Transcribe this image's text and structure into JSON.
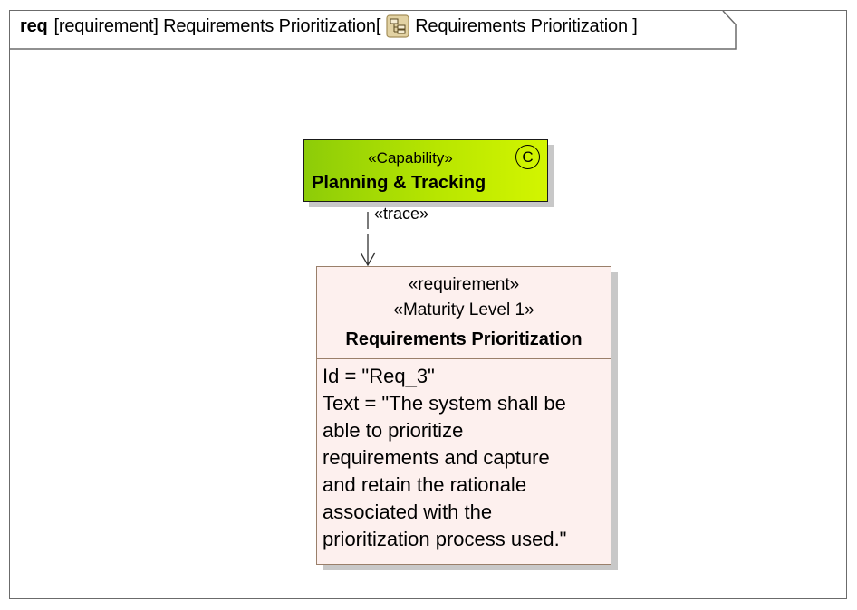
{
  "frame": {
    "keyword": "req",
    "title_pre": "[requirement] Requirements Prioritization[",
    "icon": "diagram-icon",
    "title_post": "Requirements Prioritization ]"
  },
  "capability": {
    "stereotype": "«Capability»",
    "name": "Planning & Tracking",
    "icon_letter": "C",
    "fill_color": "#b8e600"
  },
  "relationship": {
    "label": "«trace»"
  },
  "requirement": {
    "stereotypes": [
      "«requirement»",
      "«Maturity Level 1»"
    ],
    "name": "Requirements Prioritization",
    "properties": [
      "Id = \"Req_3\"",
      "Text = \"The system shall be",
      "able to prioritize",
      "requirements and capture",
      "and retain the rationale",
      "associated with the",
      "prioritization process used.\""
    ],
    "fill_color": "#fdf0ee"
  }
}
